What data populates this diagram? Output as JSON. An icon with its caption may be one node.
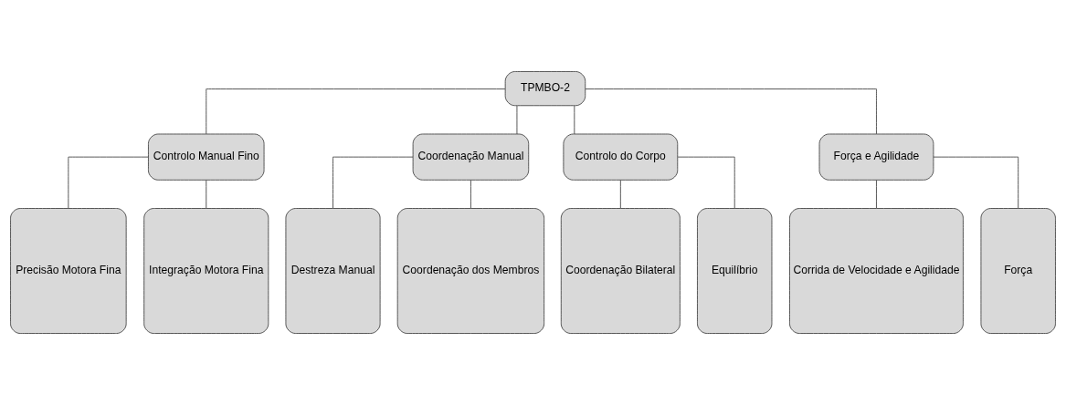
{
  "diagram": {
    "nodes": [
      {
        "text": [
          "TPMBO-2"
        ]
      },
      {
        "text": [
          "Controlo Manual Fino"
        ]
      },
      {
        "text": [
          "Coordenação Manual"
        ]
      },
      {
        "text": [
          "Controlo do Corpo"
        ]
      },
      {
        "text": [
          "Força e Agilidade"
        ]
      },
      {
        "text": [
          "Precisão Motora Fina"
        ]
      },
      {
        "text": [
          "Integração Motora Fina"
        ]
      },
      {
        "text": [
          "Destreza Manual"
        ]
      },
      {
        "text": [
          "Coordenação dos Membros"
        ]
      },
      {
        "text": [
          "Coordenação Bilateral"
        ]
      },
      {
        "text": [
          "Equilíbrio"
        ]
      },
      {
        "text": [
          "Corrida de Velocidade e Agilidade"
        ]
      },
      {
        "text": [
          "Força"
        ]
      }
    ],
    "edges": [
      {
        "from": 0,
        "to": 1,
        "arrow": "none"
      },
      {
        "from": 0,
        "to": 2,
        "arrow": "none"
      },
      {
        "from": 0,
        "to": 3,
        "arrow": "none"
      },
      {
        "from": 0,
        "to": 4,
        "arrow": "none"
      },
      {
        "from": 1,
        "to": 5,
        "arrow": "none"
      },
      {
        "from": 1,
        "to": 6,
        "arrow": "none"
      },
      {
        "from": 2,
        "to": 7,
        "arrow": "none"
      },
      {
        "from": 2,
        "to": 8,
        "arrow": "none"
      },
      {
        "from": 3,
        "to": 9,
        "arrow": "none"
      },
      {
        "from": 3,
        "to": 10,
        "arrow": "none"
      },
      {
        "from": 4,
        "to": 11,
        "arrow": "none"
      },
      {
        "from": 4,
        "to": 12,
        "arrow": "none"
      }
    ]
  }
}
